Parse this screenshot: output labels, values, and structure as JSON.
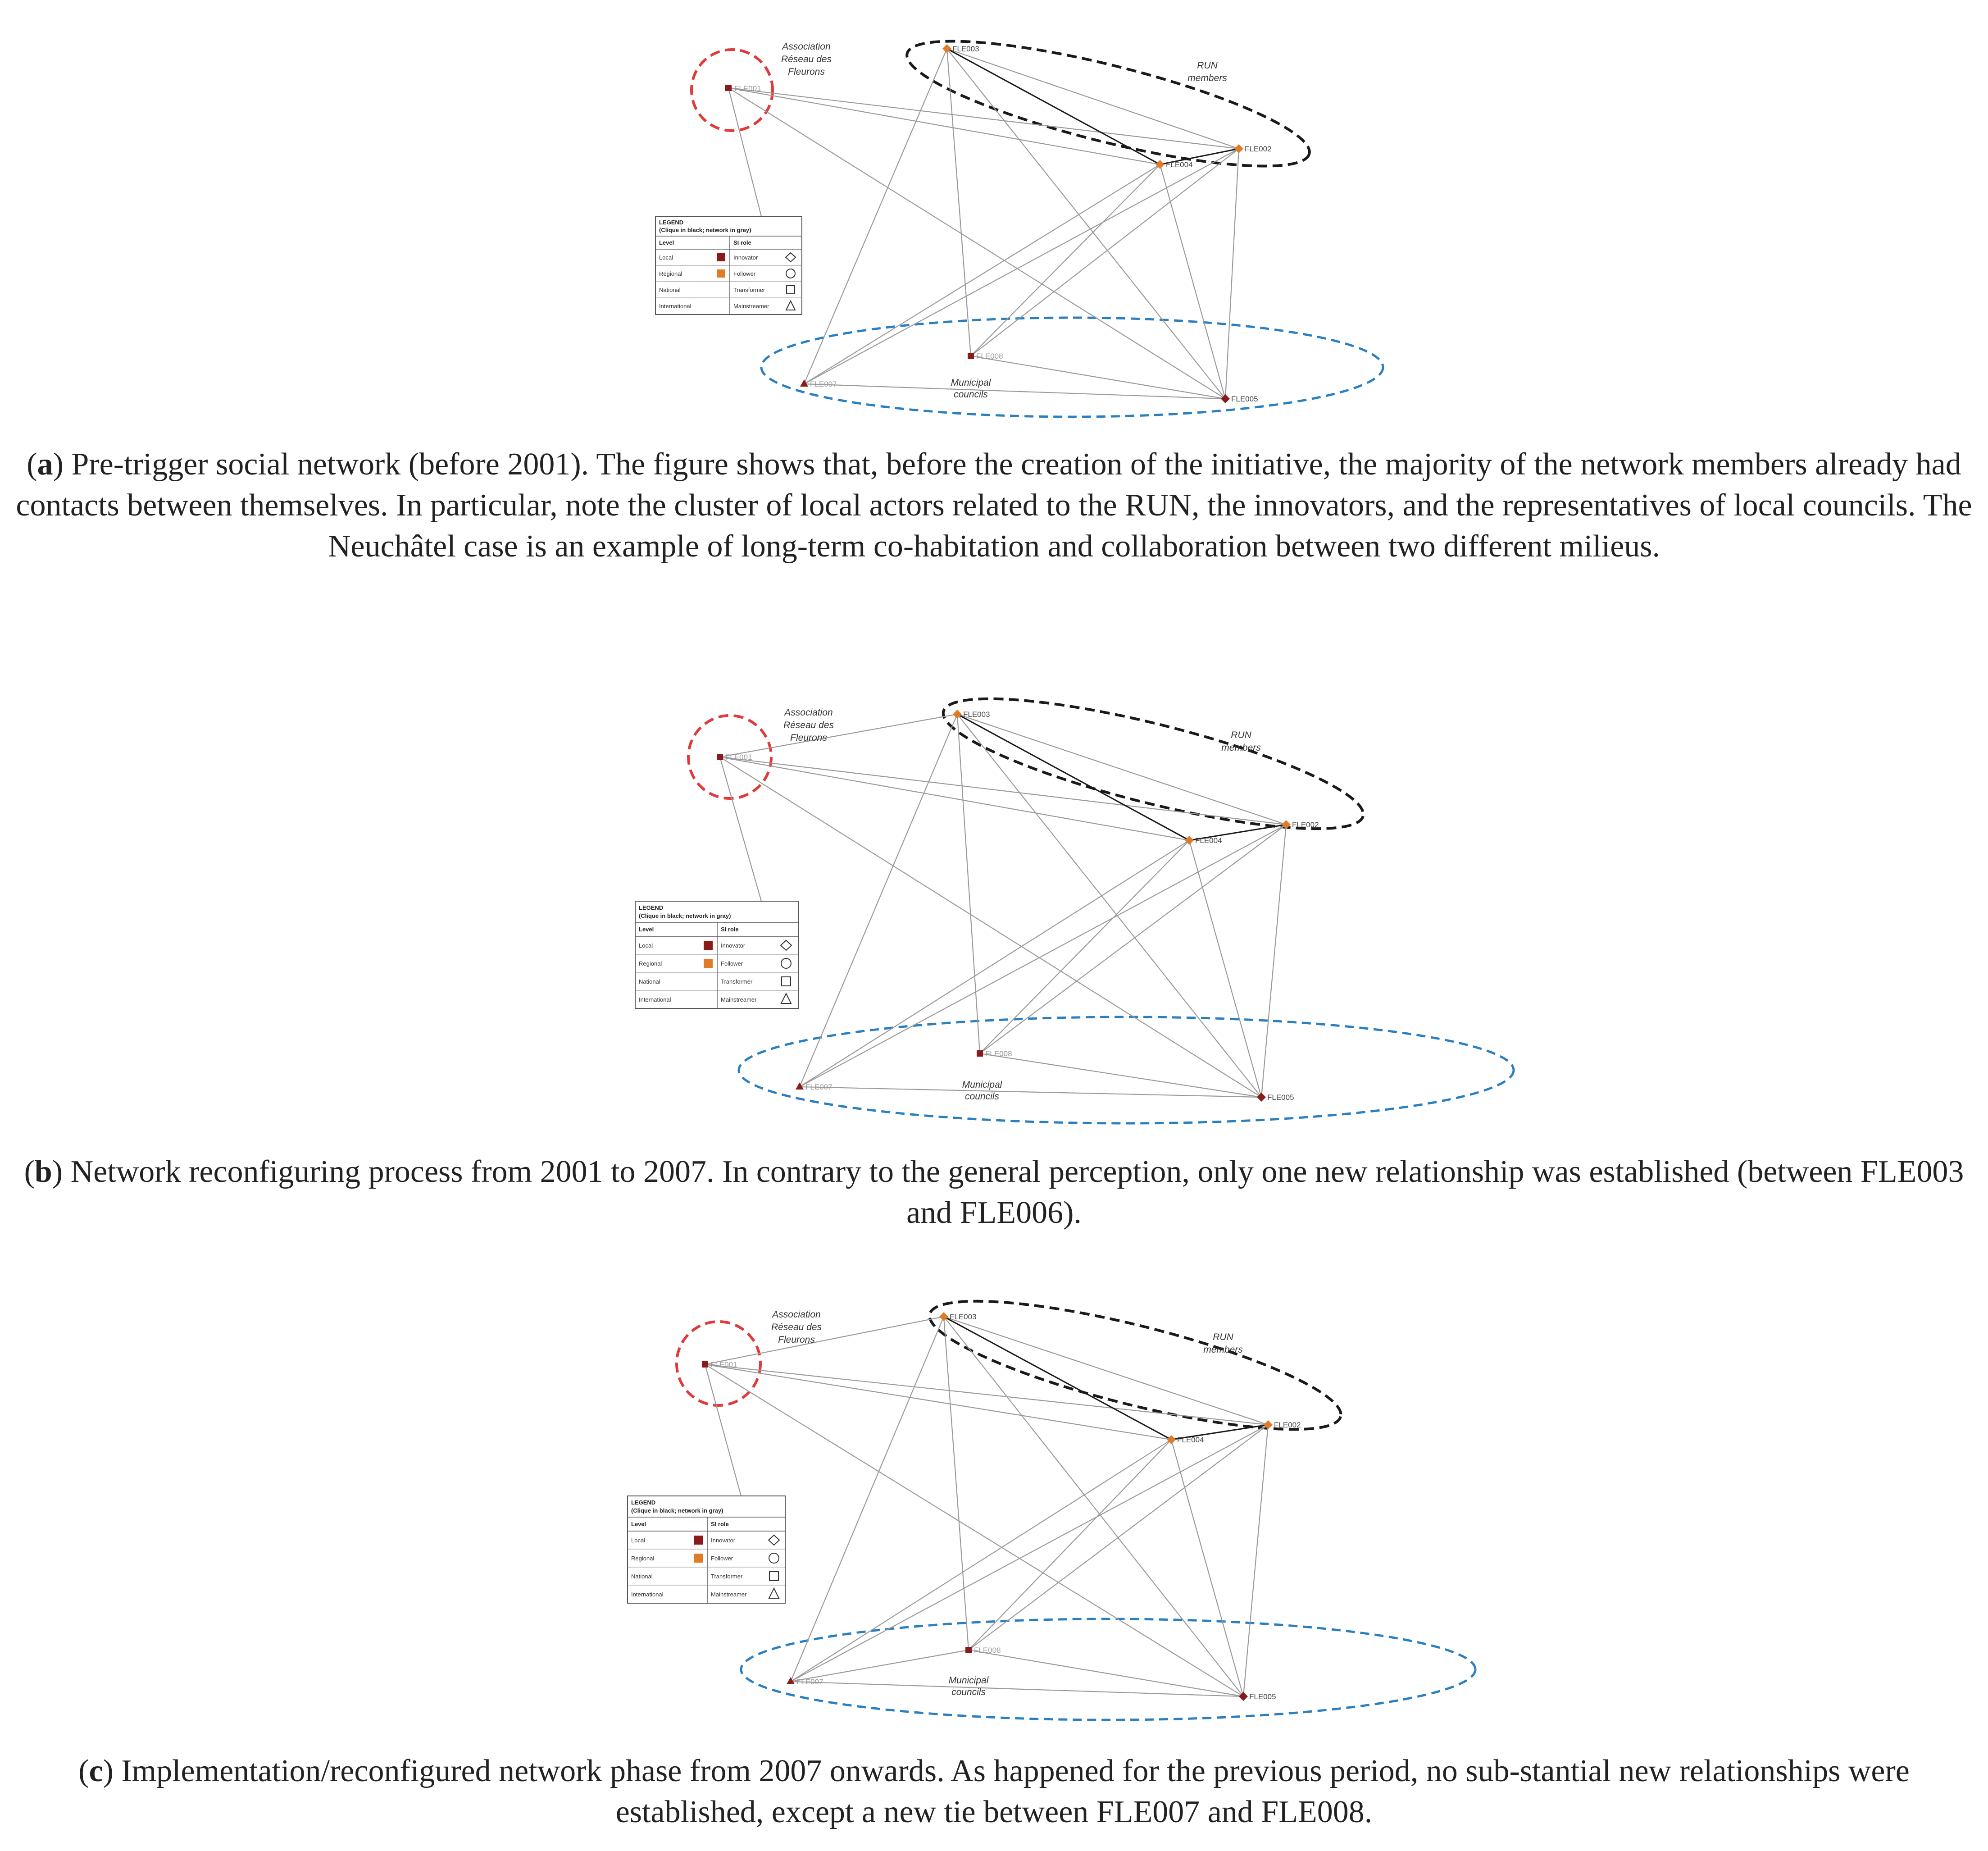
{
  "nodes": {
    "FLE001": "FLE001",
    "FLE002": "FLE002",
    "FLE003": "FLE003",
    "FLE004": "FLE004",
    "FLE005": "FLE005",
    "FLE007": "FLE007",
    "FLE008": "FLE008"
  },
  "groups": {
    "association_l1": "Association",
    "association_l2": "Réseau des",
    "association_l3": "Fleurons",
    "run_l1": "RUN",
    "run_l2": "members",
    "municipal_l1": "Municipal",
    "municipal_l2": "councils"
  },
  "legend": {
    "title": "LEGEND",
    "subtitle": "(Clique in black; network in gray)",
    "level_header": "Level",
    "role_header": "SI role",
    "levels": [
      "Local",
      "Regional",
      "National",
      "International"
    ],
    "roles": [
      "Innovator",
      "Follower",
      "Transformer",
      "Mainstreamer"
    ]
  },
  "colors": {
    "local": "#8b1a1a",
    "regional": "#e07b28",
    "clique": "#1a1a1a",
    "network": "#9a9a9a",
    "association_ring": "#e03a3a",
    "municipal_ring": "#2a7fc0"
  },
  "captions": {
    "a_label": "a",
    "a_text": " Pre-trigger social network (before 2001). The figure shows that, before the creation of the initiative, the majority of the network members already had contacts between themselves. In particular, note the cluster of local actors related to the RUN, the innovators, and the representatives of local councils. The Neuchâtel case is an example of long-term co-habitation and collaboration between two different milieus.",
    "b_label": "b",
    "b_text": " Network reconfiguring process from 2001 to 2007. In contrary to the general perception, only one new relationship was established (between FLE003 and FLE006).",
    "c_label": "c",
    "c_text": " Implementation/reconfigured network phase from 2007 onwards. As happened for the previous period, no sub-stantial new relationships were established, except a new tie between FLE007 and FLE008."
  }
}
